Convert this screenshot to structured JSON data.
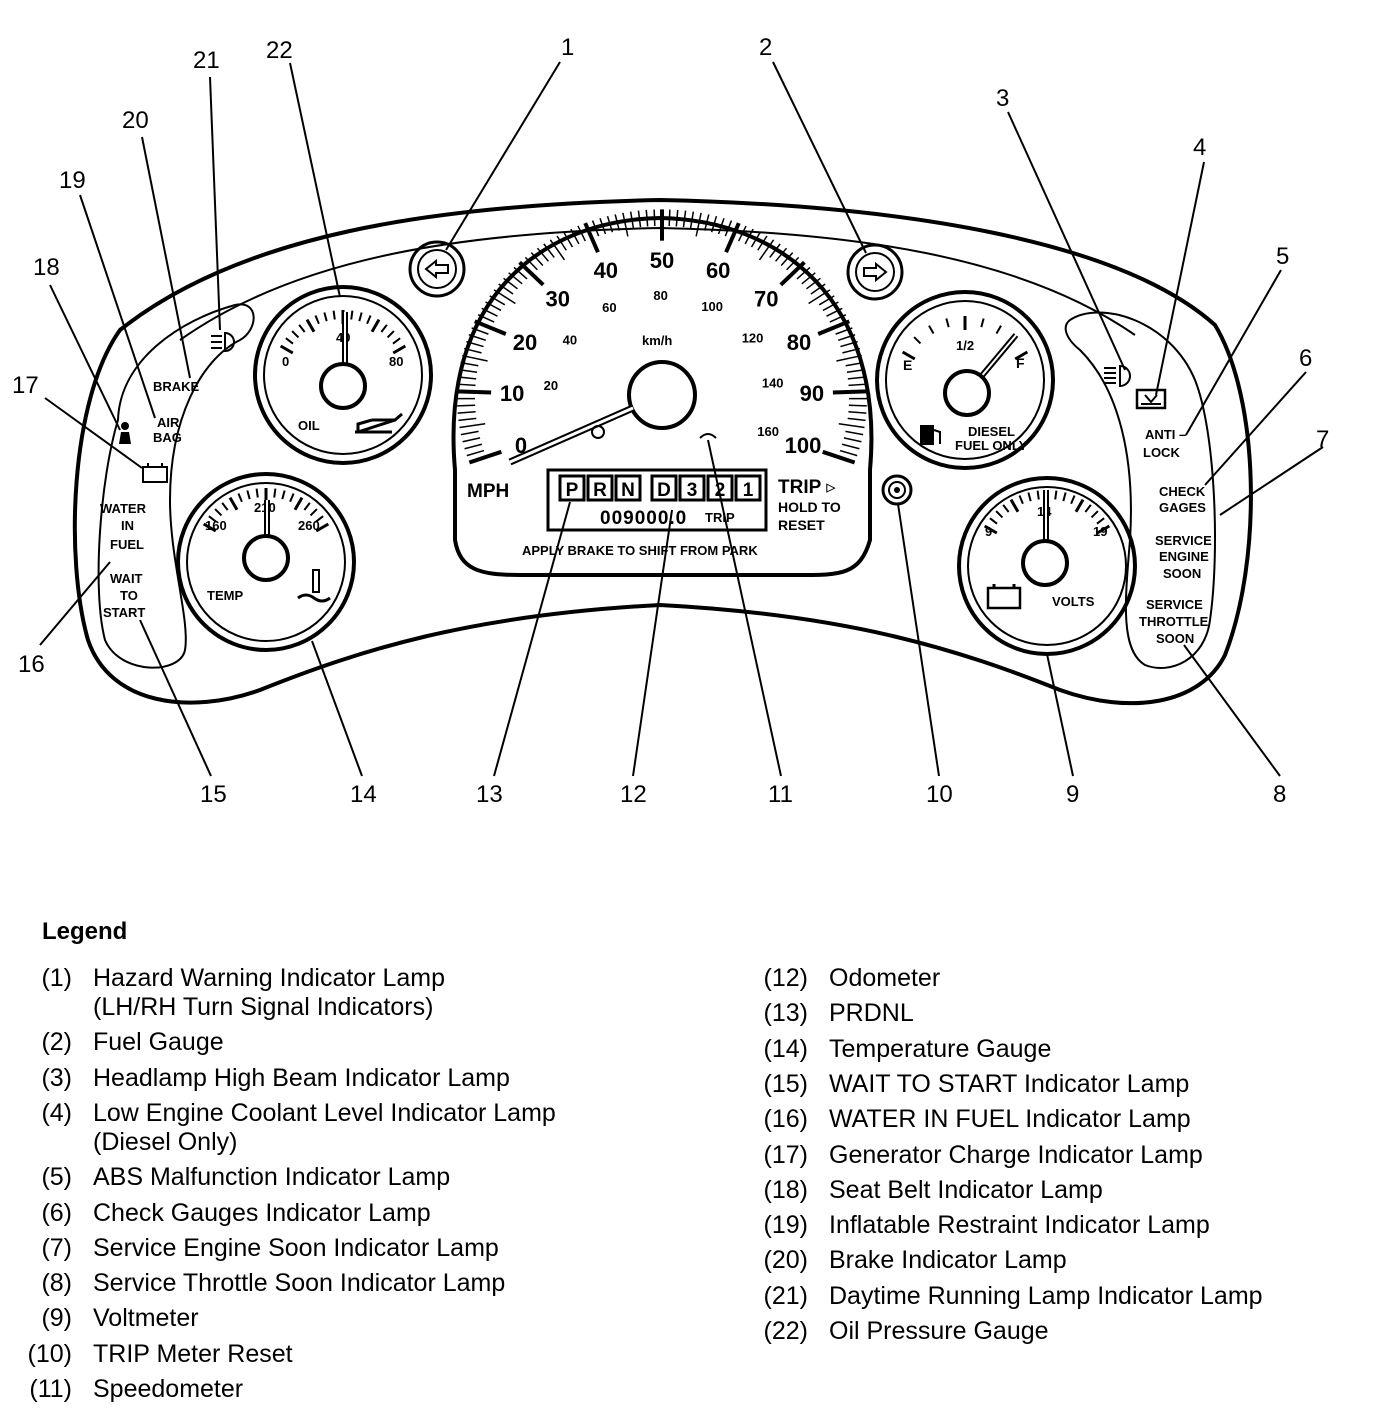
{
  "gauges": {
    "speedometer": {
      "mph_labels": [
        "0",
        "10",
        "20",
        "30",
        "40",
        "50",
        "60",
        "70",
        "80",
        "90",
        "100"
      ],
      "kmh_labels": [
        "20",
        "40",
        "60",
        "80",
        "100",
        "120",
        "140",
        "160"
      ],
      "unit_kmh": "km/h",
      "unit_mph": "MPH",
      "prndl": [
        "P",
        "R",
        "N",
        "D",
        "3",
        "2",
        "1"
      ],
      "odometer": "009000.0",
      "trip": "TRIP",
      "trip_hold": [
        "TRIP ▹",
        "HOLD TO",
        "RESET"
      ],
      "shift_text": "APPLY BRAKE TO SHIFT FROM PARK"
    },
    "oil": {
      "ticks": [
        "0",
        "40",
        "80"
      ],
      "label": "OIL"
    },
    "temp": {
      "ticks": [
        "160",
        "210",
        "260"
      ],
      "label": "TEMP"
    },
    "fuel": {
      "ticks": [
        "E",
        "1/2",
        "F"
      ],
      "label": [
        "DIESEL",
        "FUEL ONLY"
      ]
    },
    "volts": {
      "ticks": [
        "9",
        "14",
        "19"
      ],
      "label": "VOLTS"
    }
  },
  "lamps": {
    "brake": "BRAKE",
    "air_bag": [
      "AIR",
      "BAG"
    ],
    "water_in_fuel": [
      "WATER",
      "IN",
      "FUEL"
    ],
    "wait_to_start": [
      "WAIT",
      "TO",
      "START"
    ],
    "anti_lock": [
      "ANTI –",
      "LOCK"
    ],
    "check_gages": [
      "CHECK",
      "GAGES"
    ],
    "service_engine": [
      "SERVICE",
      "ENGINE",
      "SOON"
    ],
    "service_throttle": [
      "SERVICE",
      "THROTTLE",
      "SOON"
    ]
  },
  "callouts": [
    "1",
    "2",
    "3",
    "4",
    "5",
    "6",
    "7",
    "8",
    "9",
    "10",
    "11",
    "12",
    "13",
    "14",
    "15",
    "16",
    "17",
    "18",
    "19",
    "20",
    "21",
    "22"
  ],
  "legend": {
    "title": "Legend",
    "left": [
      {
        "num": "(1)",
        "lines": [
          "Hazard Warning Indicator Lamp",
          "(LH/RH Turn Signal Indicators)"
        ]
      },
      {
        "num": "(2)",
        "lines": [
          "Fuel Gauge"
        ]
      },
      {
        "num": "(3)",
        "lines": [
          "Headlamp High Beam Indicator Lamp"
        ]
      },
      {
        "num": "(4)",
        "lines": [
          "Low Engine Coolant Level Indicator Lamp",
          "(Diesel Only)"
        ]
      },
      {
        "num": "(5)",
        "lines": [
          "ABS Malfunction Indicator Lamp"
        ]
      },
      {
        "num": "(6)",
        "lines": [
          "Check Gauges Indicator Lamp"
        ]
      },
      {
        "num": "(7)",
        "lines": [
          "Service Engine Soon Indicator Lamp"
        ]
      },
      {
        "num": "(8)",
        "lines": [
          "Service Throttle Soon Indicator Lamp"
        ]
      },
      {
        "num": "(9)",
        "lines": [
          "Voltmeter"
        ]
      },
      {
        "num": "(10)",
        "lines": [
          "TRIP Meter Reset"
        ]
      },
      {
        "num": "(11)",
        "lines": [
          "Speedometer"
        ]
      }
    ],
    "right": [
      {
        "num": "(12)",
        "lines": [
          "Odometer"
        ]
      },
      {
        "num": "(13)",
        "lines": [
          "PRDNL"
        ]
      },
      {
        "num": "(14)",
        "lines": [
          "Temperature Gauge"
        ]
      },
      {
        "num": "(15)",
        "lines": [
          "WAIT TO START Indicator Lamp"
        ]
      },
      {
        "num": "(16)",
        "lines": [
          "WATER IN FUEL Indicator Lamp"
        ]
      },
      {
        "num": "(17)",
        "lines": [
          "Generator Charge Indicator Lamp"
        ]
      },
      {
        "num": "(18)",
        "lines": [
          "Seat Belt Indicator Lamp"
        ]
      },
      {
        "num": "(19)",
        "lines": [
          "Inflatable Restraint Indicator Lamp"
        ]
      },
      {
        "num": "(20)",
        "lines": [
          "Brake Indicator Lamp"
        ]
      },
      {
        "num": "(21)",
        "lines": [
          "Daytime Running Lamp Indicator Lamp"
        ]
      },
      {
        "num": "(22)",
        "lines": [
          "Oil Pressure Gauge"
        ]
      }
    ]
  }
}
